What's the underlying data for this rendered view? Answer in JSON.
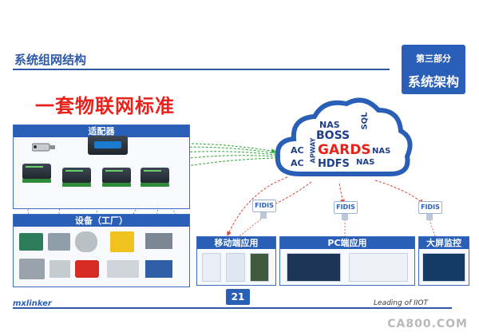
{
  "slide": {
    "title": "系统组网结构",
    "headline": "一套物联网标准",
    "section_label": "第三部分",
    "section_title": "系统架构",
    "page_number": "21",
    "footer_brand": "mxlinker",
    "footer_tagline": "Leading of IIOT",
    "watermark": "CA800.COM"
  },
  "panels": {
    "adapter": "适配器",
    "equipment": "设备（工厂）",
    "mobile": "移动端应用",
    "pc": "PC端应用",
    "screen": "大屏监控"
  },
  "fidis_label": "FIDIS",
  "cloud": {
    "words": [
      "NAS",
      "SQL",
      "BOSS",
      "AC",
      "APWAY",
      "GARDS",
      "NAS",
      "AC",
      "HDFS",
      "NAS"
    ]
  },
  "colors": {
    "brand_blue": "#2a5fb8",
    "headline_red": "#e8221b",
    "green_link": "#2fa53a",
    "red_link": "#e0443c",
    "gards_red": "#e8221b"
  },
  "icons": {
    "cloud": "cloud-icon",
    "server": "server-icon",
    "camera": "camera-icon"
  }
}
